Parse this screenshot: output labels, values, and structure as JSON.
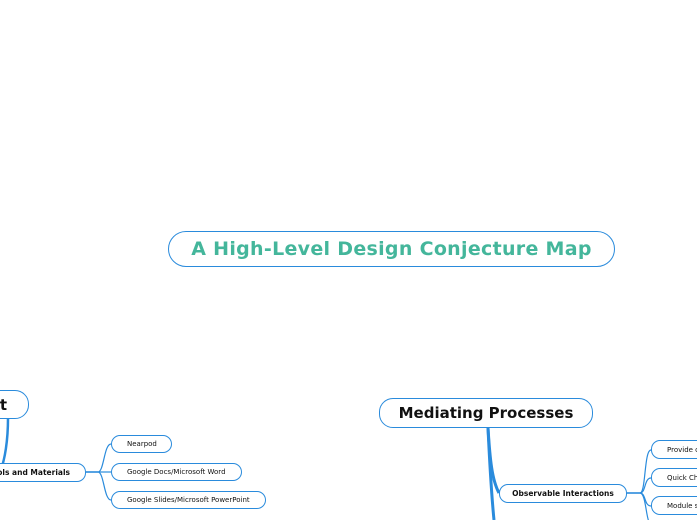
{
  "title": "A High-Level Design Conjecture Map",
  "left_branch": {
    "main_label": "t",
    "sub_label": "ools and Materials",
    "leaves": [
      "Nearpod",
      "Google Docs/Microsoft Word",
      "Google Slides/Microsoft PowerPoint"
    ]
  },
  "right_branch": {
    "main_label": "Mediating Processes",
    "sub_label": "Observable Interactions",
    "leaves": [
      "Provide c",
      "Quick Ch",
      "Module s"
    ]
  },
  "colors": {
    "title": "#44b69b",
    "connector": "#2a8bdc",
    "border": "#2a8bdc"
  }
}
